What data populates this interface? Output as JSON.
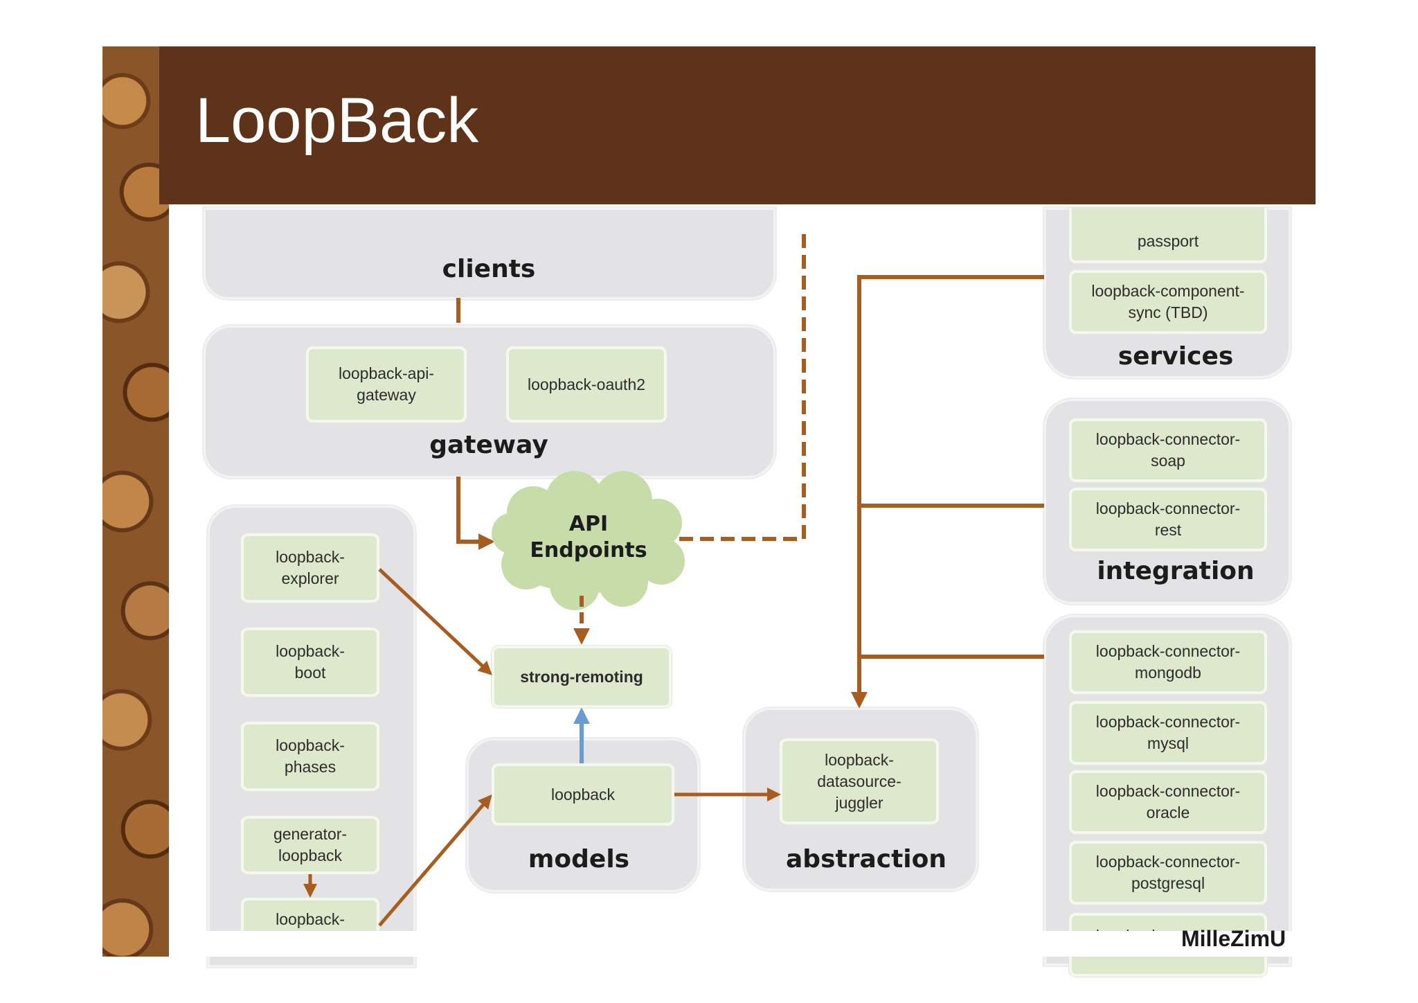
{
  "slide": {
    "title": "LoopBack",
    "watermark": "MilleZimU"
  },
  "groups": {
    "clients": "clients",
    "gateway": "gateway",
    "services": "services",
    "integration": "integration",
    "models": "models",
    "abstraction": "abstraction"
  },
  "gateway_items": [
    "loopback-api-\ngateway",
    "loopback-oauth2"
  ],
  "tools_items": [
    "loopback-\nexplorer",
    "loopback-\nboot",
    "loopback-\nphases",
    "generator-\nloopback",
    "loopback-"
  ],
  "api_endpoints": "API\nEndpoints",
  "strong_remoting": "strong-remoting",
  "models_item": "loopback",
  "abstraction_item": "loopback-\ndatasource-\njuggler",
  "services_items": [
    "passport",
    "loopback-component-\nsync (TBD)"
  ],
  "integration_items": [
    "loopback-connector-\nsoap",
    "loopback-connector-\nrest"
  ],
  "connector_items": [
    "loopback-connector-\nmongodb",
    "loopback-connector-\nmysql",
    "loopback-connector-\noracle",
    "loopback-connector-\npostgresql",
    "loopback-connector-"
  ],
  "colors": {
    "header": "#5e331a",
    "arrow": "#a65d1f",
    "arrow_blue": "#6a9bd1",
    "group": "#e3e3e5",
    "box": "#dee8cc",
    "cloud": "#c7dca9"
  }
}
